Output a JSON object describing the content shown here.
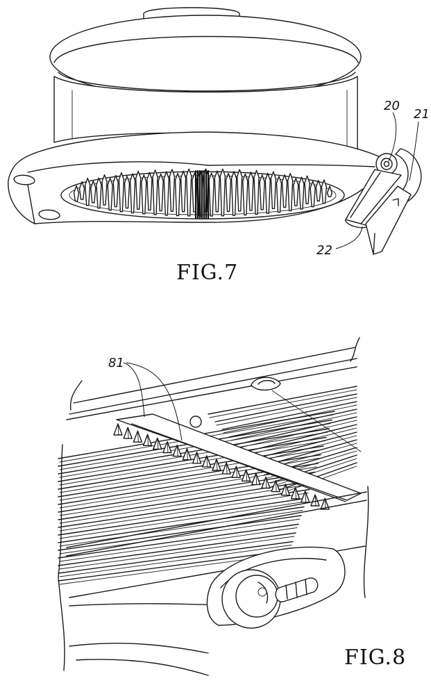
{
  "figures": [
    {
      "caption": "FIG.7",
      "subject": "hair brush with handle",
      "reference_numerals": [
        "20",
        "21",
        "22"
      ]
    },
    {
      "caption": "FIG.8",
      "subject": "brush plate with ribs and spikes",
      "reference_numerals": [
        "81"
      ]
    }
  ]
}
